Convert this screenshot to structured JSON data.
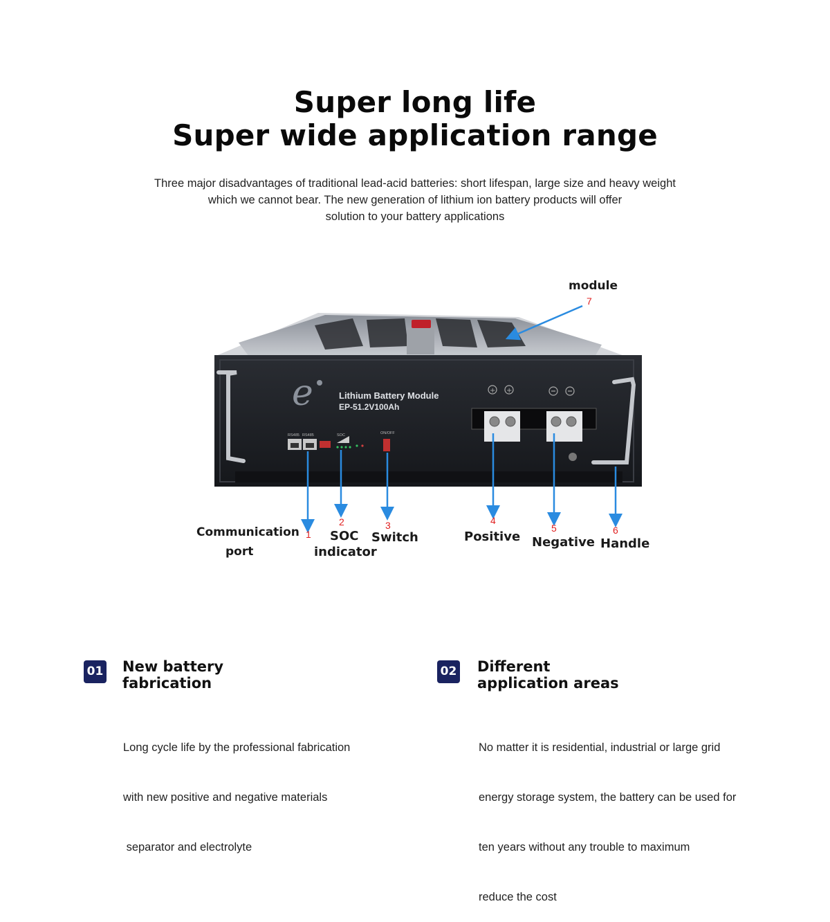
{
  "header": {
    "title_line1": "Super long life",
    "title_line2": "Super wide application range",
    "intro_lines": [
      "Three major disadvantages of traditional lead-acid batteries: short lifespan, large size and heavy weight",
      "which we cannot bear. The new generation of lithium ion battery products will offer",
      "solution to your battery applications"
    ]
  },
  "diagram": {
    "panel_label_line1": "Lithium Battery Module",
    "panel_label_line2": "EP-51.2V100Ah",
    "logo_letter": "e",
    "port_labels": [
      "RS485",
      "RS485"
    ],
    "soc_small_label": "SOC",
    "switch_small_label": "ON/OFF",
    "callouts": {
      "module_label": "module",
      "module_num": "7",
      "comm_label_line1": "Communication",
      "comm_label_line2": "port",
      "comm_num": "1",
      "soc_num": "2",
      "soc_label_line1": "SOC",
      "soc_label_line2": "indicator",
      "switch_num": "3",
      "switch_label": "Switch",
      "positive_num": "4",
      "positive_label": "Positive",
      "negative_num": "5",
      "negative_label": "Negative",
      "handle_num": "6",
      "handle_label": "Handle"
    },
    "colors": {
      "arrow": "#2a8be0",
      "number": "#e02020",
      "chassis": "#1b1d22"
    }
  },
  "features": [
    {
      "num": "01",
      "title_lines": [
        "New battery",
        "fabrication"
      ],
      "desc_lines": [
        "Long cycle life by the professional fabrication",
        "with new positive and negative materials",
        " separator and electrolyte"
      ]
    },
    {
      "num": "02",
      "title_lines": [
        "Different",
        "application areas"
      ],
      "desc_lines": [
        "No matter it is residential, industrial or large grid",
        "energy storage system, the battery can be used for",
        "ten years without any trouble to maximum",
        "reduce the cost"
      ]
    }
  ],
  "colors": {
    "badge": "#1a2360"
  }
}
